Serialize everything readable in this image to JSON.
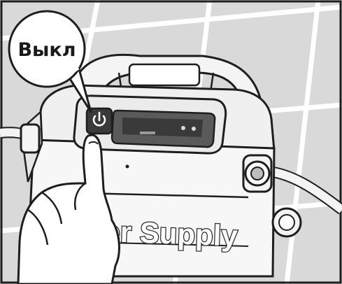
{
  "callout": {
    "label": "Выкл",
    "refers_to": "power-button"
  },
  "device": {
    "brand_label": "er Supply",
    "power_button": {
      "icon": "power-icon"
    }
  },
  "colors": {
    "tile_background": "#d9d9d9",
    "grout_lines": "#ffffff",
    "device_body": "#f4f4f4",
    "display_panel": "#3a3a3a",
    "outline": "#1e1e1e"
  }
}
